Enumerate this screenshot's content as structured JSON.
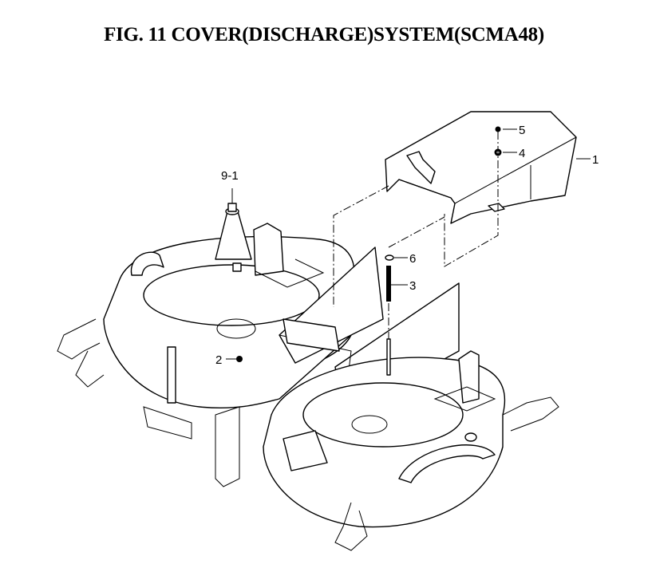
{
  "title": "FIG. 11  COVER(DISCHARGE)SYSTEM(SCMA48)",
  "callouts": {
    "part_9_1": "9-1",
    "part_1": "1",
    "part_2": "2",
    "part_3": "3",
    "part_4": "4",
    "part_5": "5",
    "part_6": "6"
  }
}
